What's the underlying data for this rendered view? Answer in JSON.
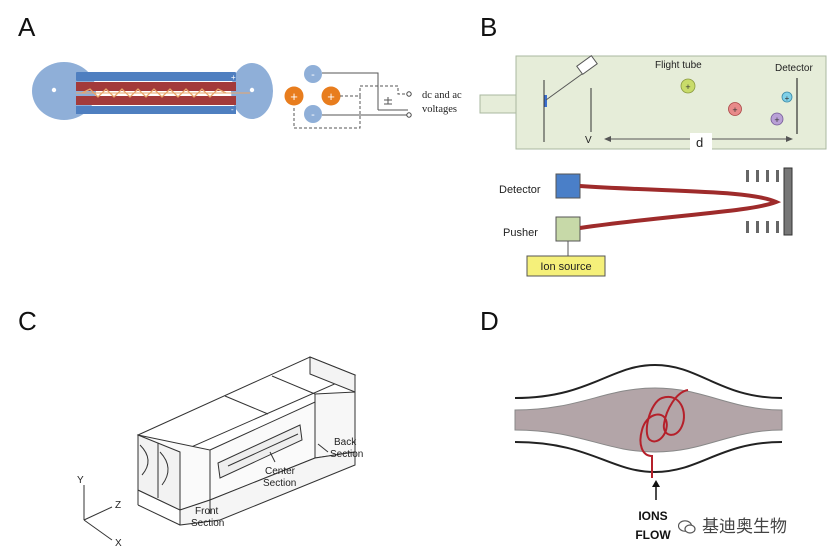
{
  "panels": {
    "a": {
      "letter": "A",
      "voltage_label_line1": "dc and ac",
      "voltage_label_line2": "voltages",
      "pos_sign": "+",
      "neg_sign": "-"
    },
    "b": {
      "letter": "B",
      "flight_tube": "Flight tube",
      "detector_top": "Detector",
      "v_label": "V",
      "d_label": "d",
      "detector": "Detector",
      "pusher": "Pusher",
      "ion_source": "Ion source",
      "ion_sign": "+"
    },
    "c": {
      "letter": "C",
      "back_section_1": "Back",
      "back_section_2": "Section",
      "center_section_1": "Center",
      "center_section_2": "Section",
      "front_section_1": "Front",
      "front_section_2": "Section",
      "axis_y": "Y",
      "axis_z": "Z",
      "axis_x": "X"
    },
    "d": {
      "letter": "D",
      "ions_label": "IONS",
      "flow_label": "FLOW"
    }
  },
  "watermark": "基迪奥生物",
  "colors": {
    "rod_blue": "#4f7fc0",
    "rod_red": "#a33a3a",
    "endcap": "#8fafd8",
    "ion_orange": "#e87d1e",
    "flight_tube_bg": "#e6edd9",
    "detector_blue": "#4a7fc8",
    "pusher_green": "#c7d9a8",
    "ion_source_yellow": "#f5f07a",
    "trajectory_red": "#9e2b2b",
    "ion_cloud": "#b3a5a8",
    "spiral_red": "#b5202a"
  }
}
